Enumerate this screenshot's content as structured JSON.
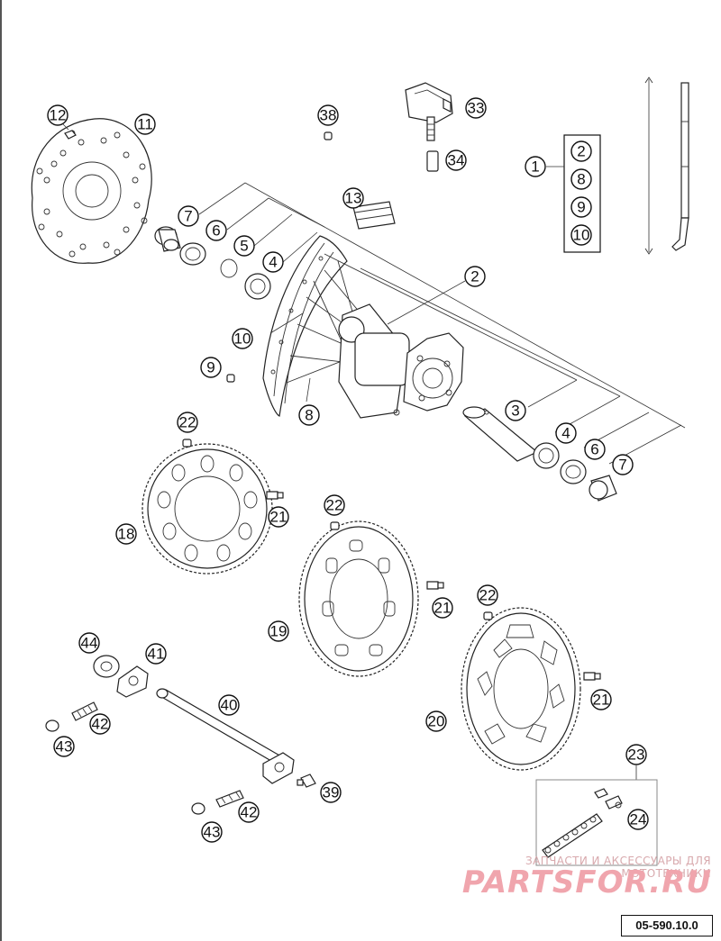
{
  "drawing_code": "05-590.10.0",
  "watermark": {
    "subtitle": "ЗАПЧАСТИ И АКСЕССУАРЫ ДЛЯ МОТОТЕХНИКИ",
    "logo": "PARTSFOR.RU"
  },
  "callouts": {
    "c12": "12",
    "c11": "11",
    "c38": "38",
    "c33": "33",
    "c34": "34",
    "c1": "1",
    "g2": "2",
    "g8": "8",
    "g9": "9",
    "g10": "10",
    "c13": "13",
    "l7": "7",
    "l6": "6",
    "l5": "5",
    "l4": "4",
    "c2": "2",
    "c10": "10",
    "c9": "9",
    "c8": "8",
    "r3": "3",
    "r4": "4",
    "r6": "6",
    "r7": "7",
    "a22": "22",
    "a21": "21",
    "a18": "18",
    "b22": "22",
    "b21": "21",
    "b19": "19",
    "d22": "22",
    "d21": "21",
    "d20": "20",
    "c44": "44",
    "c41": "41",
    "c40": "40",
    "c42a": "42",
    "c43a": "43",
    "c39": "39",
    "c42b": "42",
    "c43b": "43",
    "c23": "23",
    "c24": "24"
  }
}
